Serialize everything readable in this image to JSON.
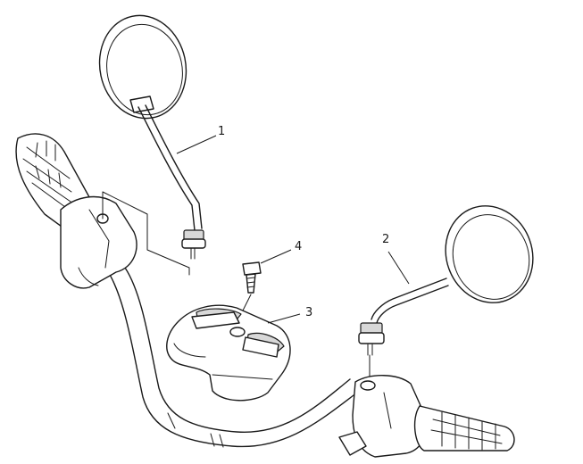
{
  "callouts": [
    {
      "id": "1",
      "text": "1"
    },
    {
      "id": "2",
      "text": "2"
    },
    {
      "id": "3",
      "text": "3"
    },
    {
      "id": "4",
      "text": "4"
    }
  ],
  "colors": {
    "line": "#1a1a1a",
    "background": "#ffffff",
    "shade": "#d8d8d8"
  }
}
